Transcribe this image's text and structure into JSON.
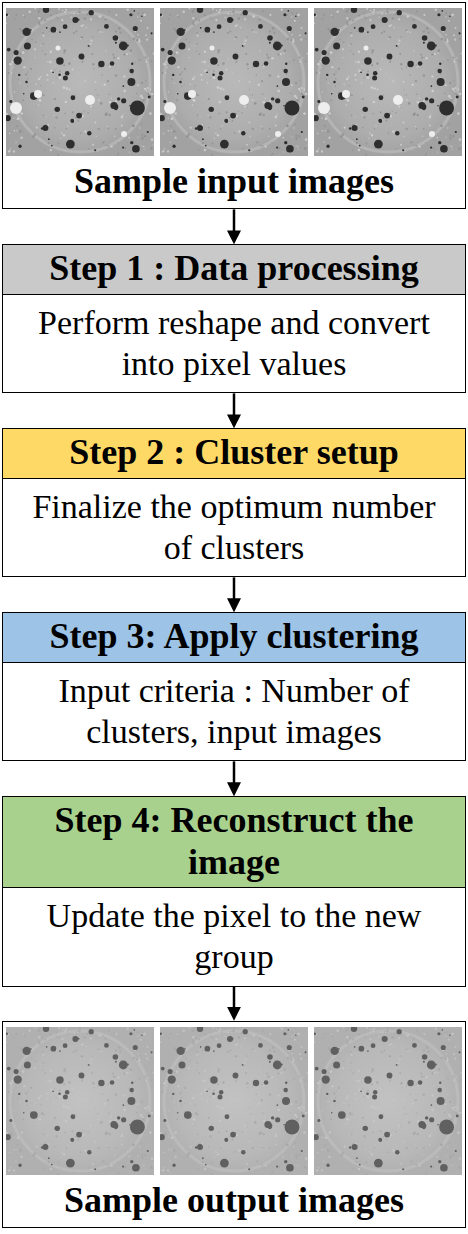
{
  "diagram": {
    "nodes": [
      {
        "text": [
          "Sample input images"
        ]
      },
      {
        "text": [
          "Step 1 : Data processing",
          "Perform reshape and convert into pixel values"
        ]
      },
      {
        "text": [
          "Step 2 : Cluster setup",
          "Finalize the optimum number of clusters"
        ]
      },
      {
        "text": [
          "Step 3: Apply clustering",
          "Input criteria : Number of clusters, input images"
        ]
      },
      {
        "text": [
          "Step 4: Reconstruct the image",
          "Update the pixel to the new group"
        ]
      },
      {
        "text": [
          "Sample output images"
        ]
      }
    ],
    "edges": [
      {
        "from": 0,
        "to": 1,
        "arrow": "to"
      },
      {
        "from": 1,
        "to": 2,
        "arrow": "to"
      },
      {
        "from": 2,
        "to": 3,
        "arrow": "to"
      },
      {
        "from": 3,
        "to": 4,
        "arrow": "to"
      },
      {
        "from": 4,
        "to": 5,
        "arrow": "to"
      }
    ]
  }
}
